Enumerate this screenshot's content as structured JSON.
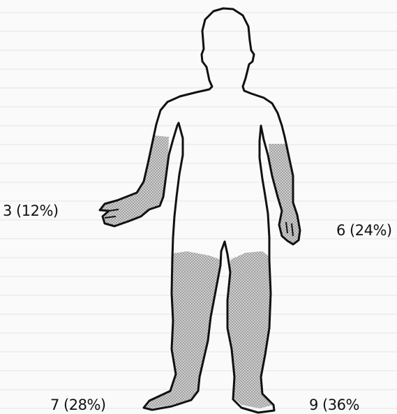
{
  "diagram": {
    "labels": {
      "left_arm": "3 (12%)",
      "right_arm": "6 (24%)",
      "left_leg": "7 (28%)",
      "right_leg": "9 (36%"
    },
    "colors": {
      "outline": "#111111",
      "shaded_fill": "#c4c4c4",
      "stipple": "#6a6a6a",
      "paper": "#fafafa"
    }
  }
}
